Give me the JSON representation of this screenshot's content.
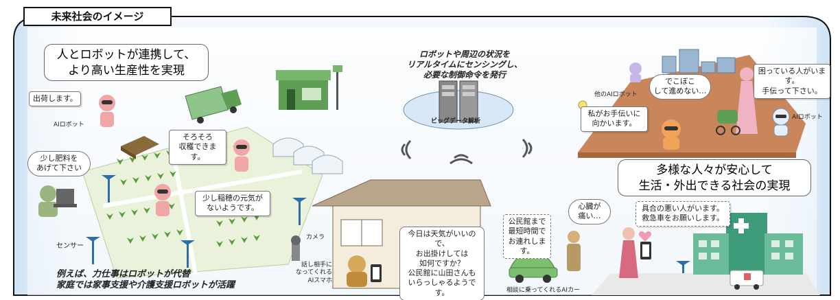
{
  "title": "未来社会のイメージ",
  "headline_left": "人とロボットが連携して、\nより高い生産性を実現",
  "headline_right": "多様な人々が安心して\n生活・外出できる社会の実現",
  "center_caption": "ロボットや周辺の状況を\nリアルタイムにセンシングし、\n必要な制御命令を発行",
  "big_data_label": "ビッグデータ解析",
  "bottom_caption": "例えば、力仕事はロボットが代替\n家庭では家事支援や介護支援ロボットが活躍",
  "farm": {
    "shipping_bubble": "出荷します。",
    "ai_robot_label": "AIロボット",
    "harvest_bubble": "そろそろ\n収穫できます。",
    "fertilizer_bubble": "少し肥料を\nあげて下さい",
    "rice_bubble": "少し稲穂の元気が\nないようです。",
    "sensor_label": "センサー",
    "camera_label": "カメラ"
  },
  "home": {
    "phone_bubble": "今日は天気がいいので、\nお出掛けしては\n如何ですか？\n公民館に山田さんも\nいらっしゃるようです。",
    "ai_phone_label": "話し相手に\nなってくれる\nAIスマホ",
    "car_bubble": "公民館まで\n最短時間で\nお連れします。",
    "ai_car_label": "相談に乗ってくれるAIカー"
  },
  "street": {
    "rough_road_bubble": "でこぼこ\nして進めない…",
    "help_bubble": "困っている人がいます。\n手伝って下さい。",
    "other_robot_label": "他のAIロボット",
    "coming_bubble": "私がお手伝いに\n向かいます。",
    "ai_robot_label": "AIロボット"
  },
  "hospital": {
    "heart_bubble": "心臓が\n痛い…",
    "sick_bubble": "具合の悪い人がいます。\n救急車をお願いします。"
  },
  "colors": {
    "frame_blue": "#cfe3f5",
    "ground_green": "#e3efd2",
    "plaza_brown": "#c9865a",
    "robot_pink": "#f0a6a6",
    "hospital_green": "#3e9b7a",
    "car_green": "#7cbf6d"
  }
}
